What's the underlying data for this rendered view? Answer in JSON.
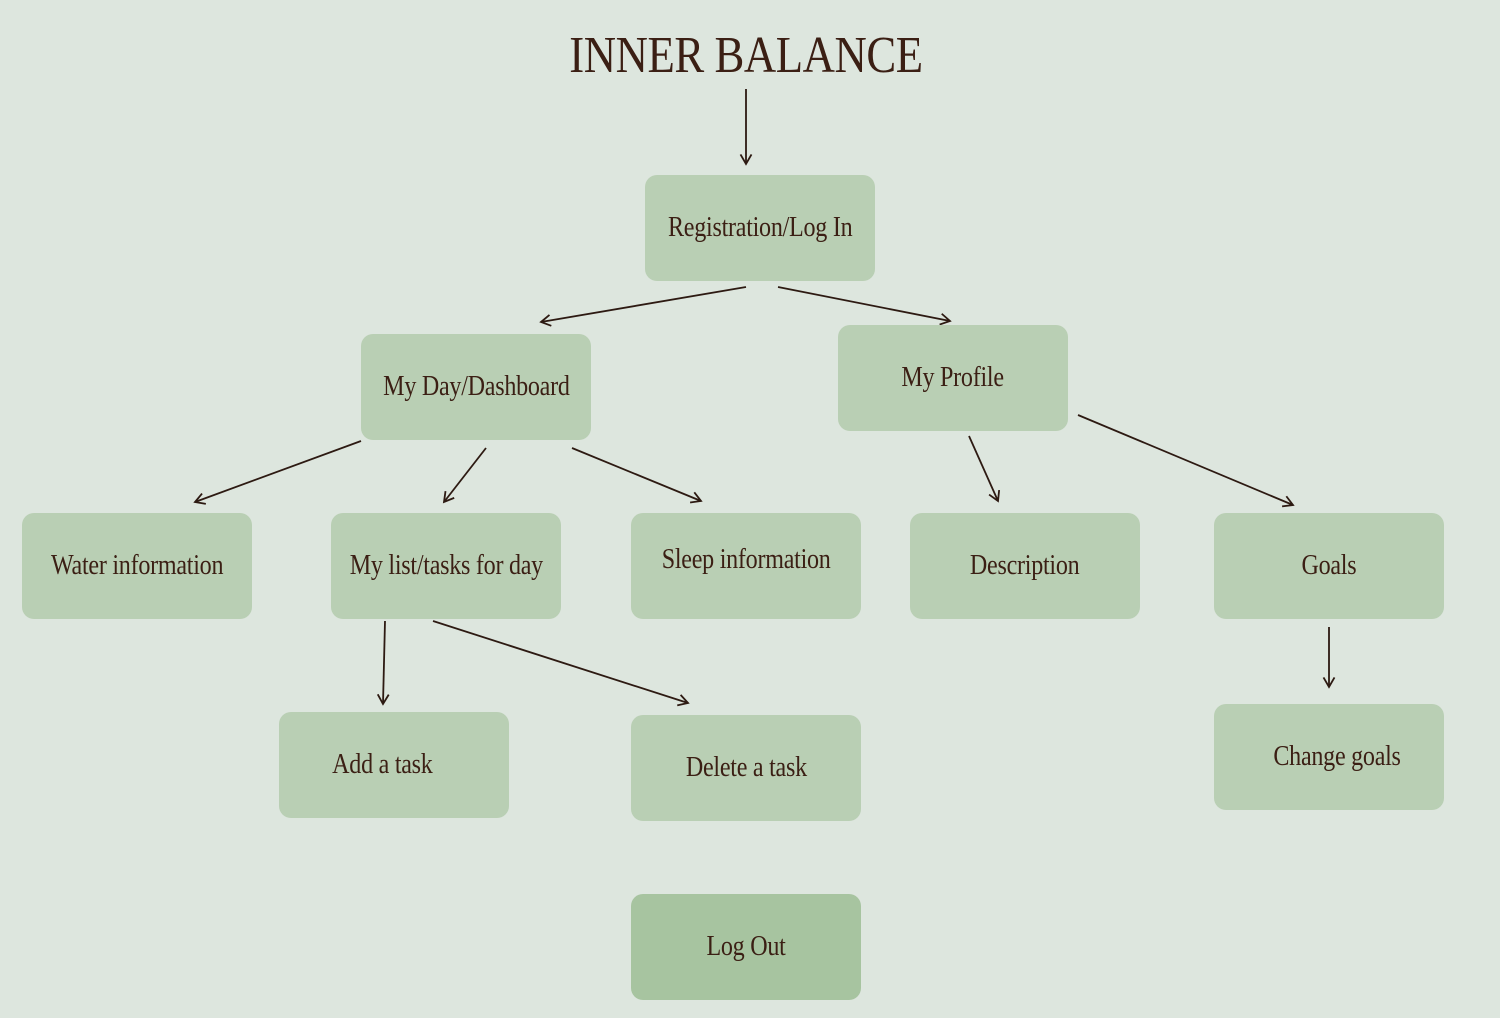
{
  "diagram": {
    "title": "INNER BALANCE",
    "nodes": {
      "registration": "Registration/Log In",
      "my_day": "My Day/Dashboard",
      "my_profile": "My Profile",
      "water": "Water information",
      "my_list": "My list/tasks for day",
      "sleep": "Sleep information",
      "description": "Description",
      "goals": "Goals",
      "add_task": "Add a task",
      "delete_task": "Delete a task",
      "change_goals": "Change goals",
      "log_out": "Log Out"
    },
    "edges": [
      {
        "from": "title",
        "to": "registration"
      },
      {
        "from": "registration",
        "to": "my_day"
      },
      {
        "from": "registration",
        "to": "my_profile"
      },
      {
        "from": "my_day",
        "to": "water"
      },
      {
        "from": "my_day",
        "to": "my_list"
      },
      {
        "from": "my_day",
        "to": "sleep"
      },
      {
        "from": "my_profile",
        "to": "description"
      },
      {
        "from": "my_profile",
        "to": "goals"
      },
      {
        "from": "my_list",
        "to": "add_task"
      },
      {
        "from": "my_list",
        "to": "delete_task"
      },
      {
        "from": "goals",
        "to": "change_goals"
      }
    ],
    "colors": {
      "background": "#dde6de",
      "node_fill": "#b9cfb4",
      "logout_fill": "#a7c4a0",
      "text": "#3b1f14",
      "arrow": "#2d1a12"
    }
  }
}
